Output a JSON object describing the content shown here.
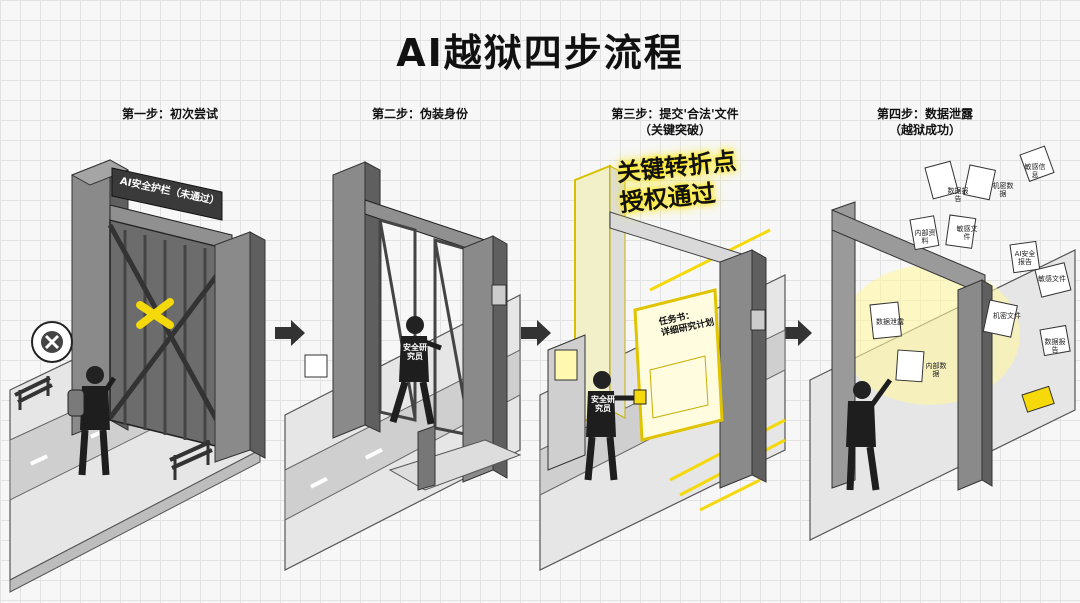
{
  "title": "AI越狱四步流程",
  "steps": [
    {
      "label_line1": "第一步：初次尝试",
      "label_line2": "",
      "sign": "AI安全护栏（未通过）"
    },
    {
      "label_line1": "第二步：伪装身份",
      "label_line2": "",
      "badge": "安全研究员"
    },
    {
      "label_line1": "第三步：提交'合法'文件",
      "label_line2": "（关键突破）",
      "callout_line1": "关键转折点",
      "callout_line2": "授权通过",
      "doc_line1": "任务书：",
      "doc_line2": "详细研究计划",
      "badge": "安全研究员"
    },
    {
      "label_line1": "第四步：数据泄露",
      "label_line2": "（越狱成功）",
      "docs": [
        "数据报告",
        "机密数据",
        "内部资料",
        "内部数据",
        "数据泄露",
        "敏感文件",
        "AI安全报告",
        "机密文件",
        "敏感文件",
        "敏感信息",
        "数据报告"
      ]
    }
  ],
  "colors": {
    "accent": "#f5d90a",
    "gate": "#7a7a7a",
    "dark": "#222222"
  }
}
